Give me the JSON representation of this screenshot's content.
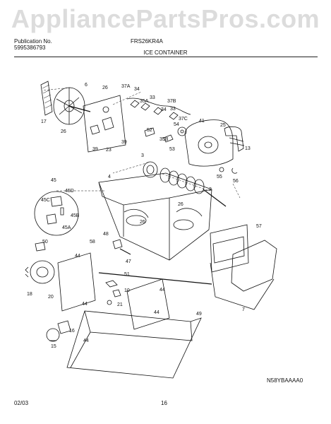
{
  "watermark": "AppliancePartsPros.com",
  "header": {
    "publication_label": "Publication No.",
    "publication_number": "5995386793",
    "model": "FRS26KR4A"
  },
  "section_title": "ICE CONTAINER",
  "diagram_ref": "N58YBAAAA0",
  "footer": {
    "date": "02/03",
    "page": "16"
  },
  "callouts": [
    "6",
    "26",
    "17",
    "26",
    "23",
    "39",
    "39",
    "37A",
    "34",
    "35A",
    "33",
    "37B",
    "34",
    "33",
    "37C",
    "54",
    "41",
    "25",
    "52",
    "35B",
    "53",
    "13",
    "3",
    "2",
    "55",
    "56",
    "4",
    "45",
    "45D",
    "45C",
    "45B",
    "45A",
    "50",
    "26",
    "26",
    "57",
    "58",
    "48",
    "47",
    "44",
    "51",
    "18",
    "20",
    "10",
    "44",
    "16",
    "44",
    "44",
    "21",
    "15",
    "44",
    "7",
    "49"
  ]
}
